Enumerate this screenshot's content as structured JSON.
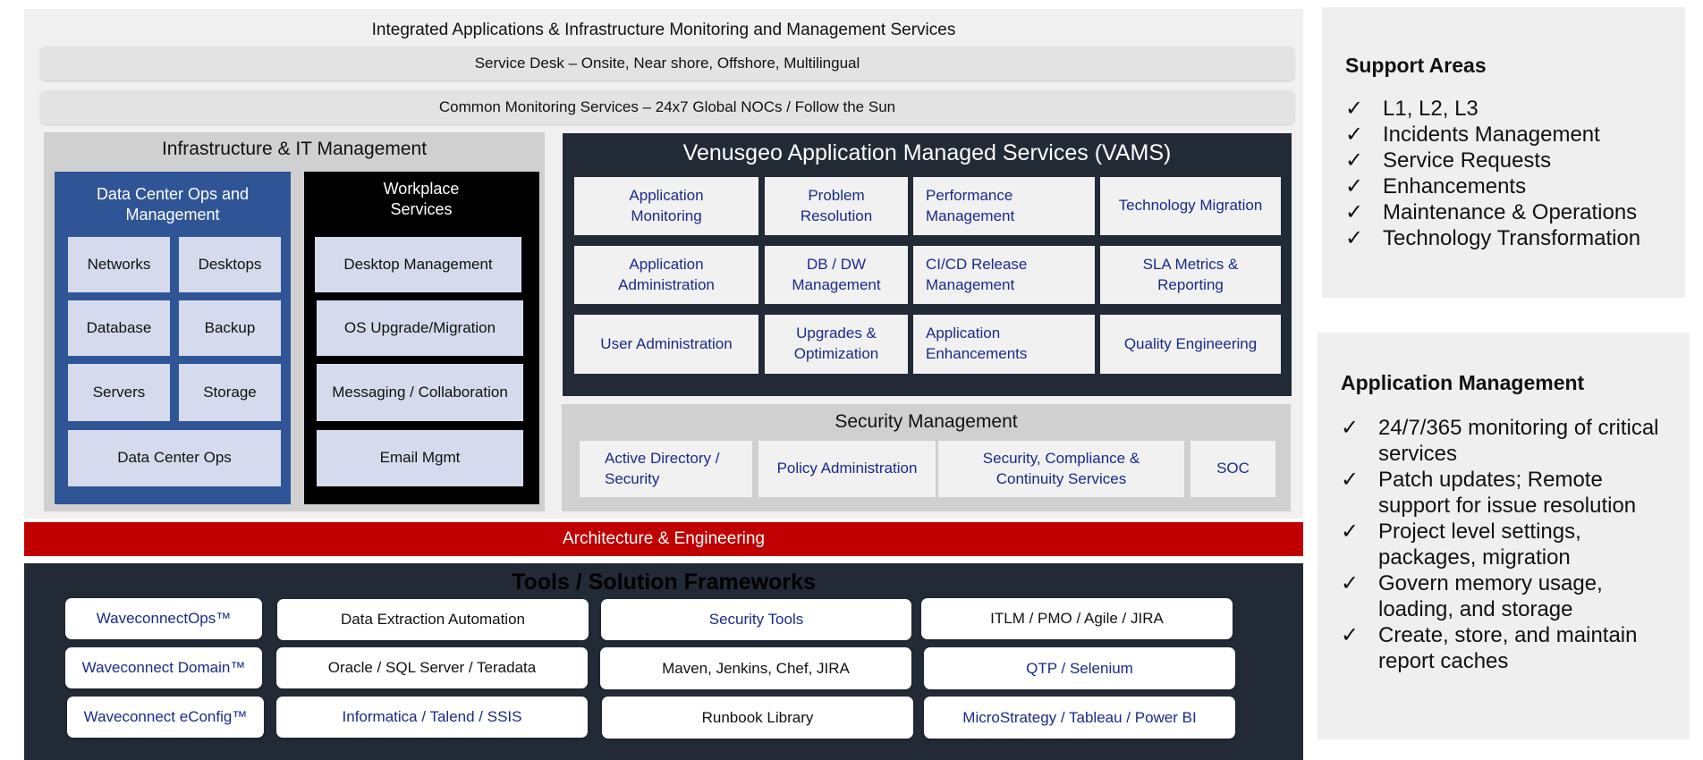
{
  "header": {
    "title": "Integrated Applications & Infrastructure Monitoring and Management Services",
    "service_desk": "Service Desk – Onsite, Near shore, Offshore, Multilingual",
    "monitoring": "Common Monitoring Services – 24x7 Global NOCs / Follow the Sun"
  },
  "infra": {
    "title": "Infrastructure & IT Management",
    "dco": {
      "title": "Data Center Ops and Management",
      "items": [
        "Networks",
        "Desktops",
        "Database",
        "Backup",
        "Servers",
        "Storage"
      ],
      "footer": "Data Center Ops"
    },
    "workplace": {
      "title": "Workplace Services",
      "items": [
        "Desktop Management",
        "OS Upgrade/Migration",
        "Messaging / Collaboration",
        "Email Mgmt"
      ]
    }
  },
  "vams": {
    "title": "Venusgeo Application Managed Services (VAMS)",
    "items": [
      "Application Monitoring",
      "Problem Resolution",
      "Performance Management",
      "Technology Migration",
      "Application Administration",
      "DB / DW Management",
      "CI/CD Release Management",
      "SLA Metrics & Reporting",
      "User Administration",
      "Upgrades & Optimization",
      "Application Enhancements",
      "Quality Engineering"
    ]
  },
  "security": {
    "title": "Security Management",
    "items": [
      "Active Directory / Security",
      "Policy Administration",
      "Security, Compliance & Continuity Services",
      "SOC"
    ]
  },
  "architecture": "Architecture & Engineering",
  "tools": {
    "title": "Tools / Solution Frameworks",
    "items": [
      "WaveconnectOps™",
      "Data Extraction Automation",
      "Security Tools",
      "ITLM / PMO / Agile / JIRA",
      "Waveconnect Domain™",
      "Oracle / SQL Server / Teradata",
      "Maven, Jenkins, Chef, JIRA",
      "QTP / Selenium",
      "Waveconnect eConfig™",
      "Informatica / Talend / SSIS",
      "Runbook Library",
      "MicroStrategy / Tableau / Power BI"
    ]
  },
  "support": {
    "title": "Support Areas",
    "items": [
      "L1, L2, L3",
      "Incidents Management",
      "Service Requests",
      "Enhancements",
      "Maintenance & Operations",
      "Technology Transformation"
    ]
  },
  "appmgmt": {
    "title": "Application Management",
    "items": [
      "24/7/365 monitoring of critical services",
      "Patch updates; Remote support for issue resolution",
      "Project level settings, packages, migration",
      "Govern memory usage, loading, and storage",
      "Create, store, and maintain report caches"
    ]
  },
  "check_glyph": "✓",
  "colors": {
    "dco_blue": "#2f5597",
    "vams_navy": "#222a36",
    "arch_red": "#c00000",
    "tile_blue": "#d5dbec",
    "tile_text": "#1a2a8a"
  }
}
